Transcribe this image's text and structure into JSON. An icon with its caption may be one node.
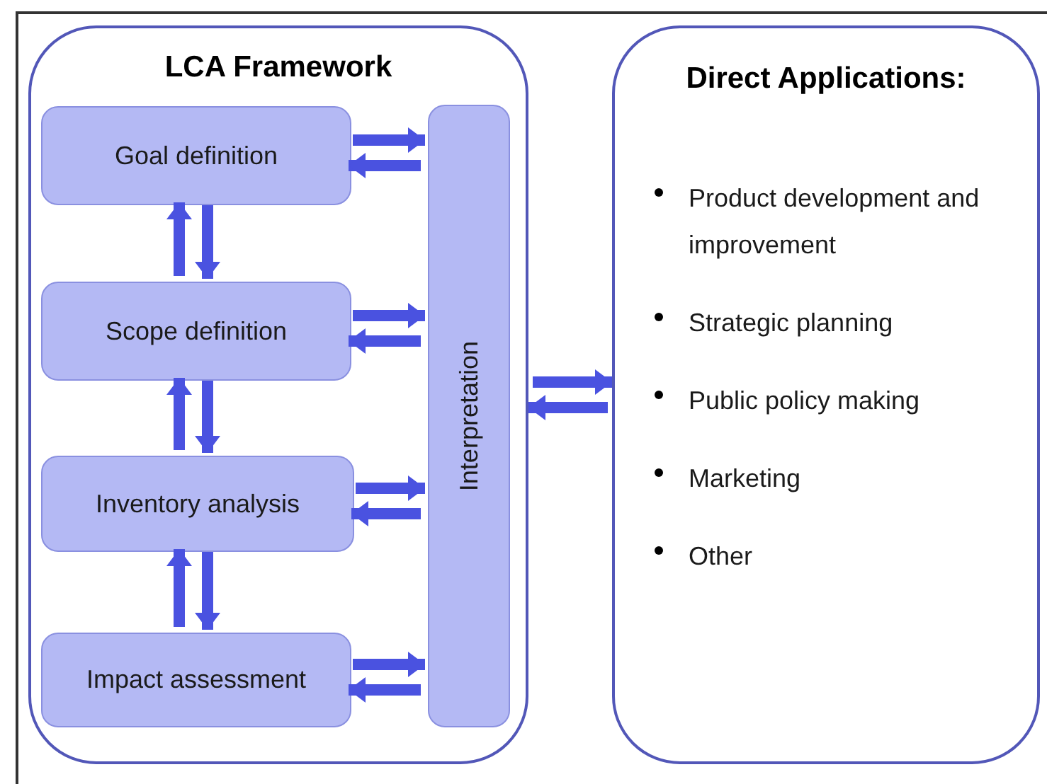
{
  "diagram": {
    "nodes": [
      {
        "text": [
          "LCA Framework"
        ]
      },
      {
        "text": [
          "Goal definition"
        ],
        "in": 0
      },
      {
        "text": [
          "Scope definition"
        ],
        "in": 0
      },
      {
        "text": [
          "Inventory analysis"
        ],
        "in": 0
      },
      {
        "text": [
          "Impact assessment"
        ],
        "in": 0
      },
      {
        "text": [
          "Interpretation"
        ],
        "in": 0
      },
      {
        "text": [
          "Direct Applications:",
          "Product development and improvement",
          "Strategic planning",
          "Public policy making",
          "Marketing",
          "Other"
        ]
      }
    ],
    "edges": [
      {
        "from": 1,
        "to": 2,
        "arrow": "to"
      },
      {
        "from": 2,
        "to": 1,
        "arrow": "to"
      },
      {
        "from": 2,
        "to": 3,
        "arrow": "to"
      },
      {
        "from": 3,
        "to": 2,
        "arrow": "to"
      },
      {
        "from": 3,
        "to": 4,
        "arrow": "to"
      },
      {
        "from": 4,
        "to": 3,
        "arrow": "to"
      },
      {
        "from": 1,
        "to": 5,
        "arrow": "to"
      },
      {
        "from": 5,
        "to": 1,
        "arrow": "to"
      },
      {
        "from": 2,
        "to": 5,
        "arrow": "to"
      },
      {
        "from": 5,
        "to": 2,
        "arrow": "to"
      },
      {
        "from": 3,
        "to": 5,
        "arrow": "to"
      },
      {
        "from": 5,
        "to": 3,
        "arrow": "to"
      },
      {
        "from": 4,
        "to": 5,
        "arrow": "to"
      },
      {
        "from": 5,
        "to": 4,
        "arrow": "to"
      },
      {
        "from": 0,
        "to": 6,
        "arrow": "to"
      },
      {
        "from": 6,
        "to": 0,
        "arrow": "to"
      }
    ]
  }
}
